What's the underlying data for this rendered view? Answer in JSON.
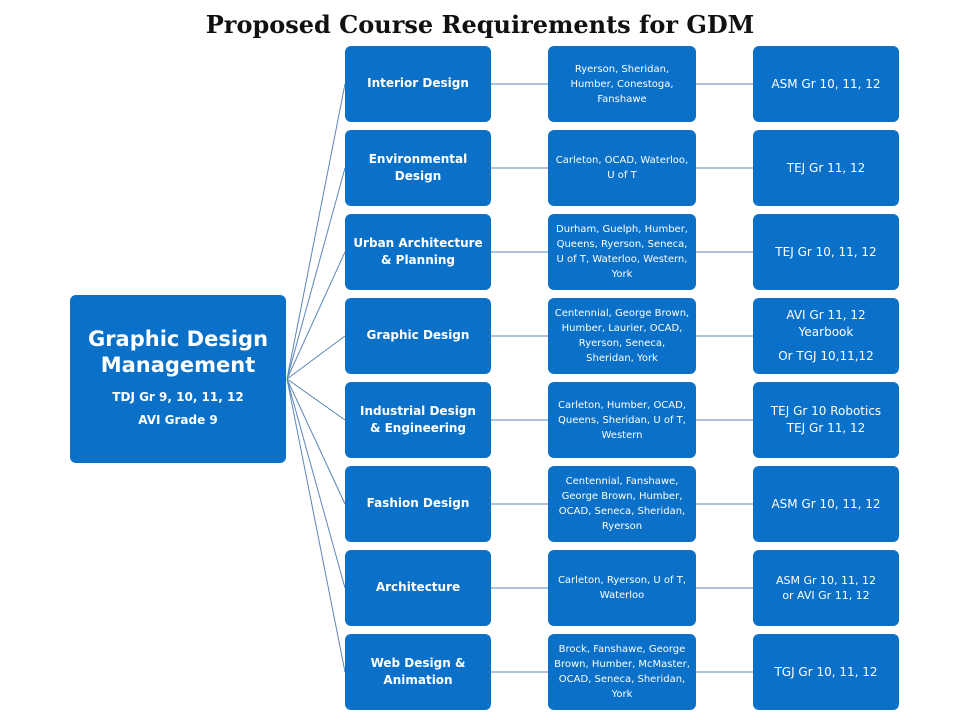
{
  "title": "Proposed Course Requirements for GDM",
  "root": {
    "title_line1": "Graphic Design",
    "title_line2": "Management",
    "sub_line1": "TDJ Gr 9, 10, 11, 12",
    "sub_line2": "AVI Grade 9"
  },
  "rows": [
    {
      "category": "Interior Design",
      "schools": "Ryerson, Sheridan, Humber, Conestoga, Fanshawe",
      "requirement": "ASM Gr 10, 11, 12"
    },
    {
      "category": "Environmental Design",
      "schools": "Carleton, OCAD, Waterloo, U of T",
      "requirement": "TEJ Gr 11, 12"
    },
    {
      "category": "Urban Architecture & Planning",
      "schools": "Durham, Guelph, Humber, Queens, Ryerson, Seneca, U of T, Waterloo, Western, York",
      "requirement": "TEJ Gr 10, 11, 12"
    },
    {
      "category": "Graphic Design",
      "schools": "Centennial, George Brown, Humber, Laurier, OCAD, Ryerson, Seneca, Sheridan, York",
      "requirement_line1": "AVI Gr 11, 12 Yearbook",
      "requirement_line2": "Or TGJ 10,11,12"
    },
    {
      "category": "Industrial Design & Engineering",
      "schools": "Carleton, Humber, OCAD, Queens, Sheridan, U of T, Western",
      "requirement_line1": "TEJ Gr 10 Robotics",
      "requirement_line2": "TEJ Gr 11, 12"
    },
    {
      "category": "Fashion Design",
      "schools": "Centennial, Fanshawe, George Brown, Humber, OCAD, Seneca, Sheridan, Ryerson",
      "requirement": "ASM Gr 10, 11, 12"
    },
    {
      "category": "Architecture",
      "schools": "Carleton, Ryerson, U of T, Waterloo",
      "requirement_line1": "ASM Gr 10, 11, 12",
      "requirement_line2": "or AVI Gr 11, 12"
    },
    {
      "category": "Web Design & Animation",
      "schools": "Brock, Fanshawe, George Brown, Humber, McMaster, OCAD, Seneca, Sheridan, York",
      "requirement": "TGJ Gr 10, 11, 12"
    }
  ],
  "colors": {
    "box": "#0a70c8",
    "connector": "#5b86b8"
  }
}
